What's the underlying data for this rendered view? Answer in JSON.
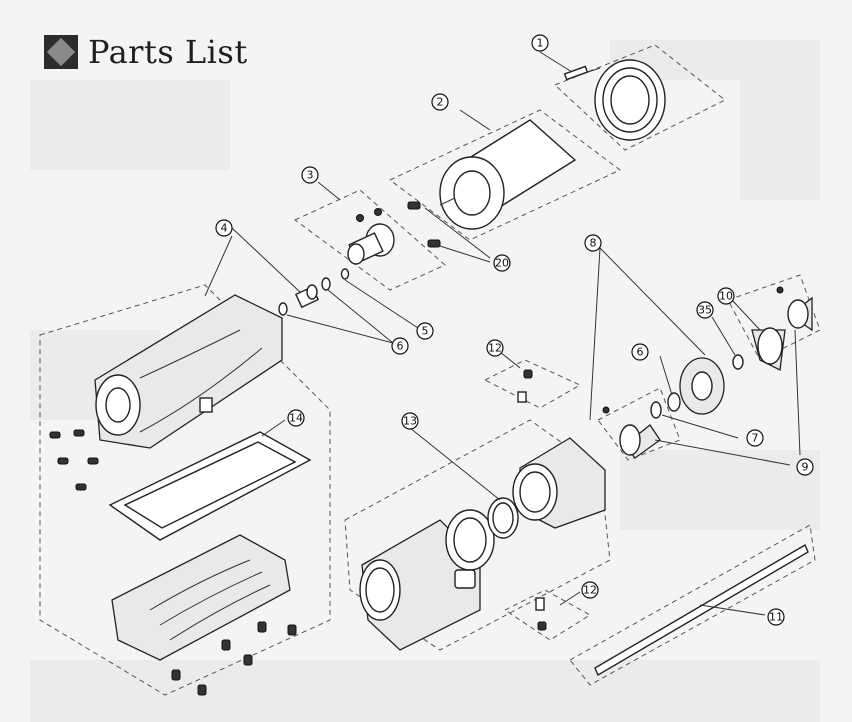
{
  "page": {
    "title": "Parts List"
  },
  "icons": {
    "title_icon": "diamond-bullet-icon"
  },
  "colors": {
    "ink": "#222222",
    "paper": "#f4f4f2",
    "title_box": "#2c2c2c"
  },
  "callouts": [
    {
      "label": "1"
    },
    {
      "label": "2"
    },
    {
      "label": "3"
    },
    {
      "label": "4"
    },
    {
      "label": "5"
    },
    {
      "label": "6"
    },
    {
      "label": "6"
    },
    {
      "label": "7"
    },
    {
      "label": "8"
    },
    {
      "label": "9"
    },
    {
      "label": "10"
    },
    {
      "label": "11"
    },
    {
      "label": "12"
    },
    {
      "label": "12"
    },
    {
      "label": "13"
    },
    {
      "label": "14"
    },
    {
      "label": "20"
    },
    {
      "label": "35"
    }
  ]
}
